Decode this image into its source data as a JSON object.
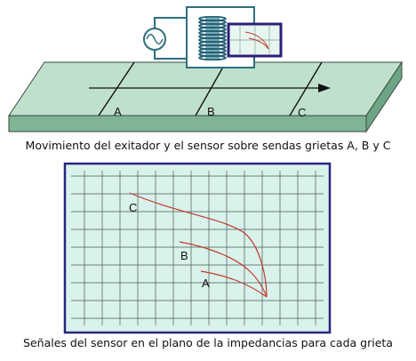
{
  "top_figure": {
    "crack_labels": [
      "A",
      "B",
      "C"
    ],
    "caption": "Movimiento del exitador y el sensor sobre sendas grietas A, B y C"
  },
  "bottom_figure": {
    "curve_labels": [
      "C",
      "B",
      "A"
    ],
    "caption": "Señales del sensor en el plano de la impedancias para cada grieta"
  },
  "colors": {
    "plate_top": "#bfe0cc",
    "plate_front": "#7fb495",
    "coil": "#1f5f73",
    "sensor_border": "#2b1f7a",
    "signal": "#c0392b",
    "panel_fill": "#d9f2ec",
    "panel_border": "#2a2580"
  }
}
